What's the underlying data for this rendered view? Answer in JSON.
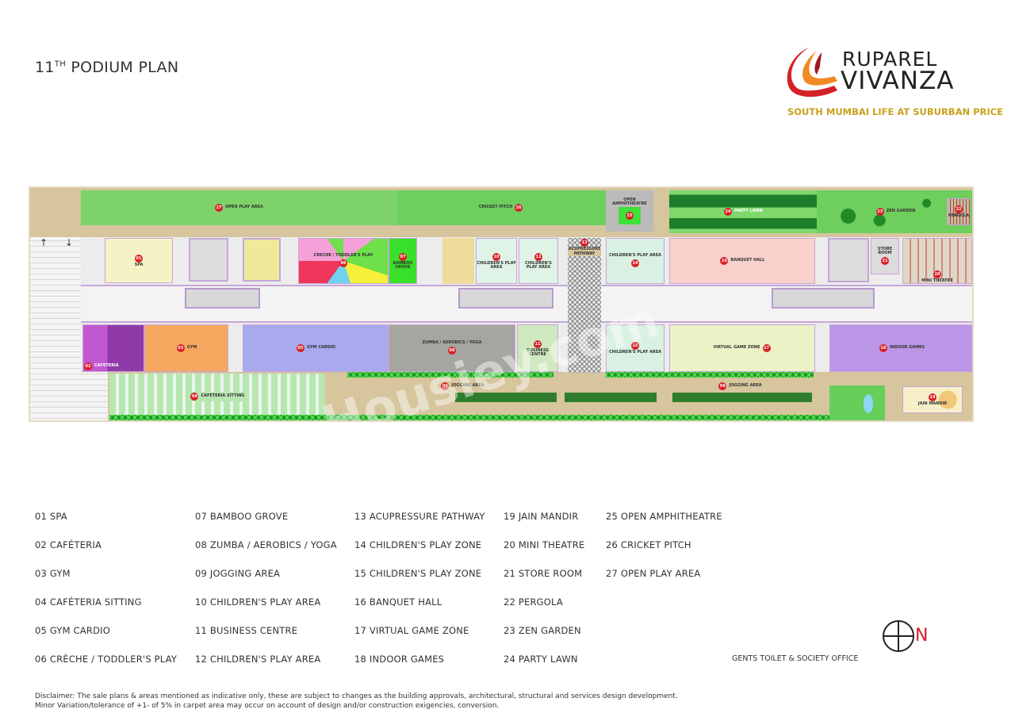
{
  "header": {
    "title_main": "11",
    "title_sup": "TH",
    "title_rest": " PODIUM PLAN"
  },
  "logo": {
    "line1": "RUPAREL",
    "line2": "VIVANZA",
    "tagline": "SOUTH MUMBAI LIFE AT SUBURBAN PRICE",
    "colors": {
      "brand_red": "#d42027",
      "tagline": "#c8a21e"
    }
  },
  "watermark": "Housiey.com",
  "plan": {
    "zones": [
      {
        "num": "27",
        "label": "OPEN PLAY AREA",
        "color": "#7dd36a"
      },
      {
        "num": "26",
        "label": "CRICKET PITCH",
        "color": "#6ccf5e"
      },
      {
        "num": "25",
        "label": "OPEN AMPHITHEATRE",
        "color": "#3fe03a"
      },
      {
        "num": "24",
        "label": "PARTY LAWN",
        "color": "#7fd86b"
      },
      {
        "num": "23",
        "label": "ZEN GARDEN",
        "color": "#6fcf5d"
      },
      {
        "num": "22",
        "label": "PERGOLA",
        "color": "#c9b7a0"
      },
      {
        "num": "01",
        "label": "SPA",
        "color": "#f7f2c5"
      },
      {
        "num": "06",
        "label": "CRECHE / TODDLER'S PLAY",
        "color": "#f5a0d8"
      },
      {
        "num": "07",
        "label": "BAMBOO GROVE",
        "color": "#39e02a"
      },
      {
        "num": "10",
        "label": "CHILDREN'S PLAY AREA",
        "color": "#dff3e6"
      },
      {
        "num": "12",
        "label": "CHILDREN'S PLAY AREA",
        "color": "#dff3e6"
      },
      {
        "num": "13",
        "label": "ACUPRESSURE PATHWAY",
        "color": "#9a9a9a"
      },
      {
        "num": "14",
        "label": "CHILDREN'S PLAY AREA",
        "color": "#d8f1e3"
      },
      {
        "num": "16",
        "label": "BANQUET HALL",
        "color": "#f9d1cc"
      },
      {
        "num": "21",
        "label": "STORE ROOM",
        "color": "#dcdcdc"
      },
      {
        "num": "20",
        "label": "MINI THEATRE",
        "color": "#e0d7c8"
      },
      {
        "num": "02",
        "label": "CAFETERIA",
        "color": "#b84fc5"
      },
      {
        "num": "03",
        "label": "GYM",
        "color": "#f7a860"
      },
      {
        "num": "05",
        "label": "GYM CARDIO",
        "color": "#a9a9ee"
      },
      {
        "num": "08",
        "label": "ZUMBA / AEROBICS / YOGA",
        "color": "#a6a6a0"
      },
      {
        "num": "11",
        "label": "BUSINESS CENTRE",
        "color": "#cfe8c0"
      },
      {
        "num": "15",
        "label": "CHILDREN'S PLAY AREA",
        "color": "#d8f1e3"
      },
      {
        "num": "17",
        "label": "VIRTUAL GAME ZONE",
        "color": "#eaf2c6"
      },
      {
        "num": "18",
        "label": "INDOOR GAMES",
        "color": "#bb96e6"
      },
      {
        "num": "04",
        "label": "CAFETERIA SITTING",
        "color": "#b8e6b0"
      },
      {
        "num": "09",
        "label": "JOGGING AREA",
        "color": "#d6c59d"
      },
      {
        "num": "09",
        "label": "JOGGING AREA",
        "color": "#d6c59d"
      },
      {
        "num": "19",
        "label": "JAIN MANDIR",
        "color": "#f7efc8"
      }
    ]
  },
  "legend": {
    "columns": [
      [
        "01  SPA",
        "02  CAFÉTERIA",
        "03  GYM",
        "04  CAFÉTERIA SITTING",
        "05  GYM CARDIO",
        "06  CRÈCHE / TODDLER'S PLAY"
      ],
      [
        "07  BAMBOO GROVE",
        "08  ZUMBA / AEROBICS / YOGA",
        "09  JOGGING AREA",
        "10  CHILDREN'S PLAY AREA",
        "11  BUSINESS CENTRE",
        "12  CHILDREN'S PLAY AREA"
      ],
      [
        "13  ACUPRESSURE PATHWAY",
        "14  CHILDREN'S PLAY ZONE",
        "15  CHILDREN'S PLAY ZONE",
        "16  BANQUET HALL",
        "17  VIRTUAL GAME ZONE",
        "18  INDOOR GAMES"
      ],
      [
        "19  JAIN MANDIR",
        "20  MINI THEATRE",
        "21  STORE ROOM",
        "22  PERGOLA",
        "23  ZEN GARDEN",
        "24  PARTY LAWN"
      ],
      [
        "25  OPEN AMPHITHEATRE",
        "26  CRICKET PITCH",
        "27  OPEN PLAY AREA"
      ]
    ]
  },
  "note": "GENTS TOILET & SOCIETY OFFICE",
  "compass": {
    "label": "N",
    "icon": "north-compass-icon"
  },
  "disclaimer": {
    "line1": "Disclaimer: The sale plans & areas mentioned as indicative only, these are subject to changes as the building approvals, architectural, structural and services design development.",
    "line2": "Minor Variation/tolerance of +1- of 5% in carpet area may occur on account of design and/or construction exigencies, conversion."
  }
}
